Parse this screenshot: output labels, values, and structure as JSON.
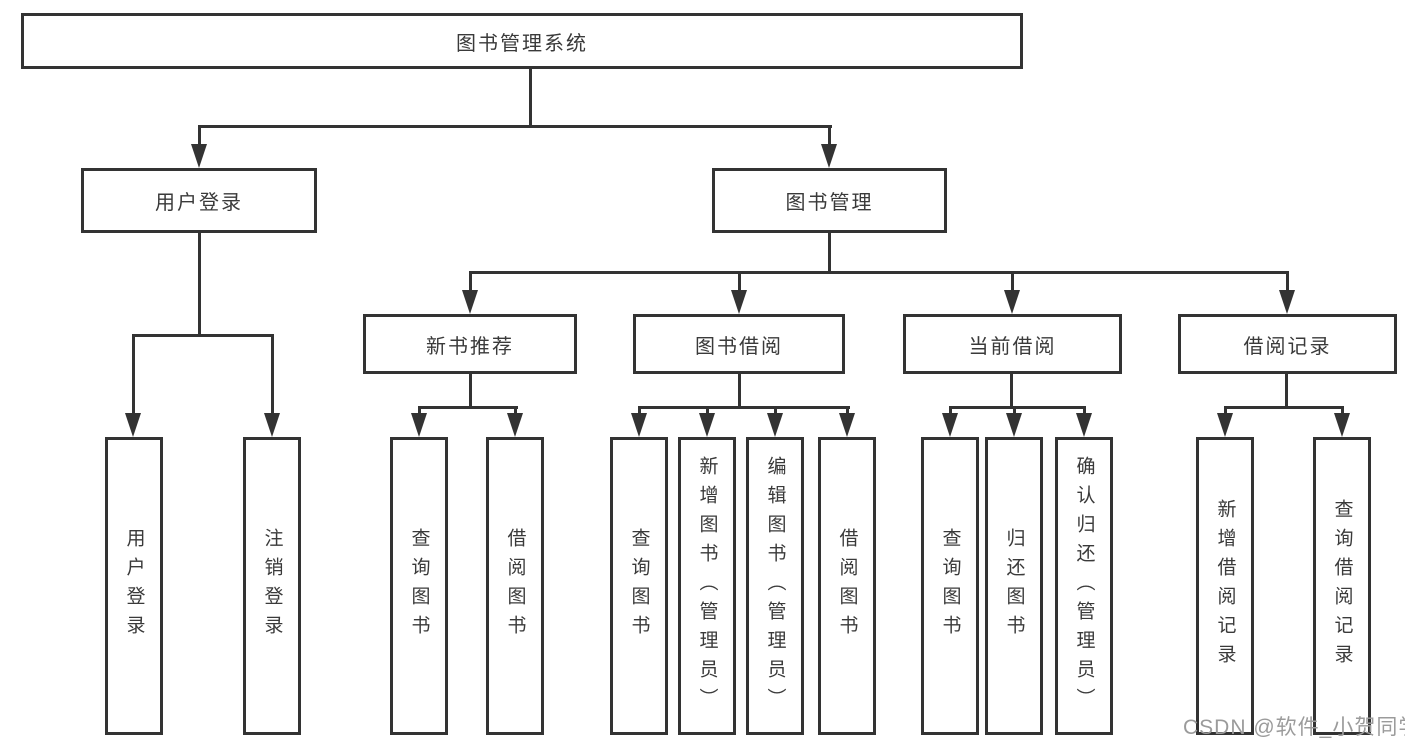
{
  "diagram": {
    "type": "hierarchy-tree",
    "root": {
      "label": "图书管理系统",
      "children": [
        {
          "label": "用户登录",
          "children": [
            {
              "label": "用户登录"
            },
            {
              "label": "注销登录"
            }
          ]
        },
        {
          "label": "图书管理",
          "children": [
            {
              "label": "新书推荐",
              "children": [
                {
                  "label": "查询图书"
                },
                {
                  "label": "借阅图书"
                }
              ]
            },
            {
              "label": "图书借阅",
              "children": [
                {
                  "label": "查询图书"
                },
                {
                  "label": "新增图书（管理员）"
                },
                {
                  "label": "编辑图书（管理员）"
                },
                {
                  "label": "借阅图书"
                }
              ]
            },
            {
              "label": "当前借阅",
              "children": [
                {
                  "label": "查询图书"
                },
                {
                  "label": "归还图书"
                },
                {
                  "label": "确认归还（管理员）"
                }
              ]
            },
            {
              "label": "借阅记录",
              "children": [
                {
                  "label": "新增借阅记录"
                },
                {
                  "label": "查询借阅记录"
                }
              ]
            }
          ]
        }
      ]
    }
  },
  "watermark": {
    "text": "CSDN @软件_小贺同学"
  },
  "colors": {
    "line": "#333333",
    "text": "#3a3a3a",
    "background": "#ffffff",
    "watermark": "#9b9b9b"
  }
}
